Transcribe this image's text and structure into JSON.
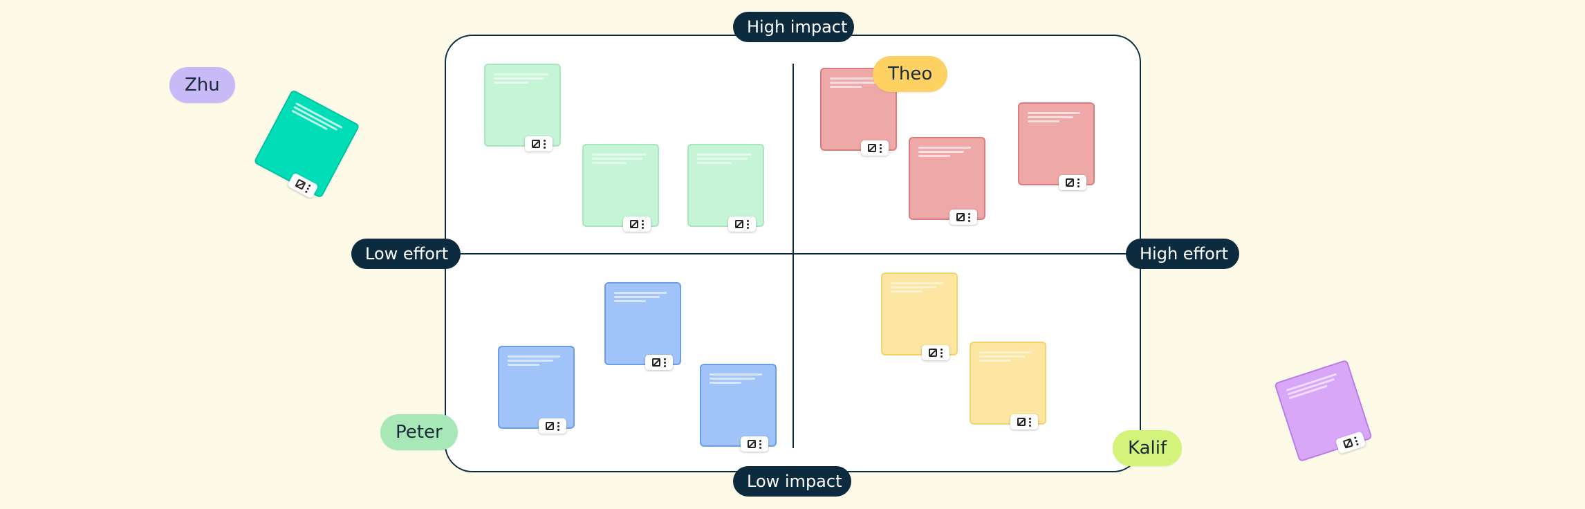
{
  "axes": {
    "top": "High impact",
    "bottom": "Low impact",
    "left": "Low effort",
    "right": "High effort"
  },
  "colors": {
    "board_border": "#0d2b3e",
    "green_note": "#c6f4d7",
    "red_note": "#eea8a8",
    "blue_note": "#a0c4fa",
    "yellow_note": "#fde6a2",
    "mint_note": "#00ddb7",
    "purple_note": "#d9a7f8"
  },
  "collaborators": [
    {
      "name": "Zhu",
      "color": "#c8b9f7"
    },
    {
      "name": "Theo",
      "color": "#fdd162"
    },
    {
      "name": "Peter",
      "color": "#a8e8b8"
    },
    {
      "name": "Kalif",
      "color": "#d3f37a"
    }
  ],
  "icons": {
    "edit": "edit-icon",
    "more": "more-vertical-icon"
  }
}
